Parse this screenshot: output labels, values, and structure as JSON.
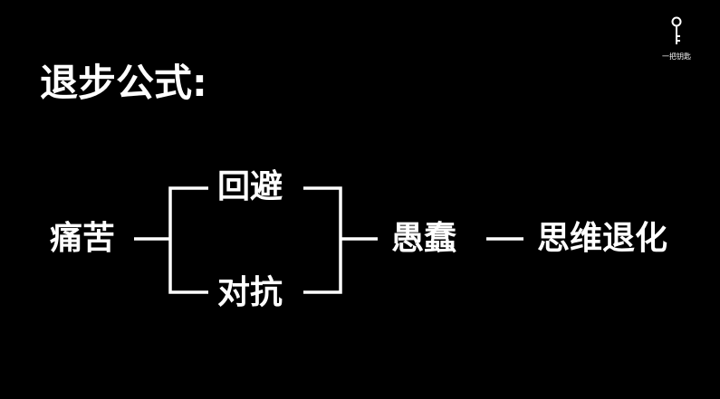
{
  "title": "退步公式:",
  "nodes": {
    "pain": "痛苦",
    "avoid": "回避",
    "fight": "对抗",
    "stupid": "愚蠢",
    "regress": "思维退化"
  },
  "logo": {
    "text": "一把钥匙",
    "icon": "key-icon"
  },
  "colors": {
    "background": "#000000",
    "foreground": "#ffffff"
  }
}
